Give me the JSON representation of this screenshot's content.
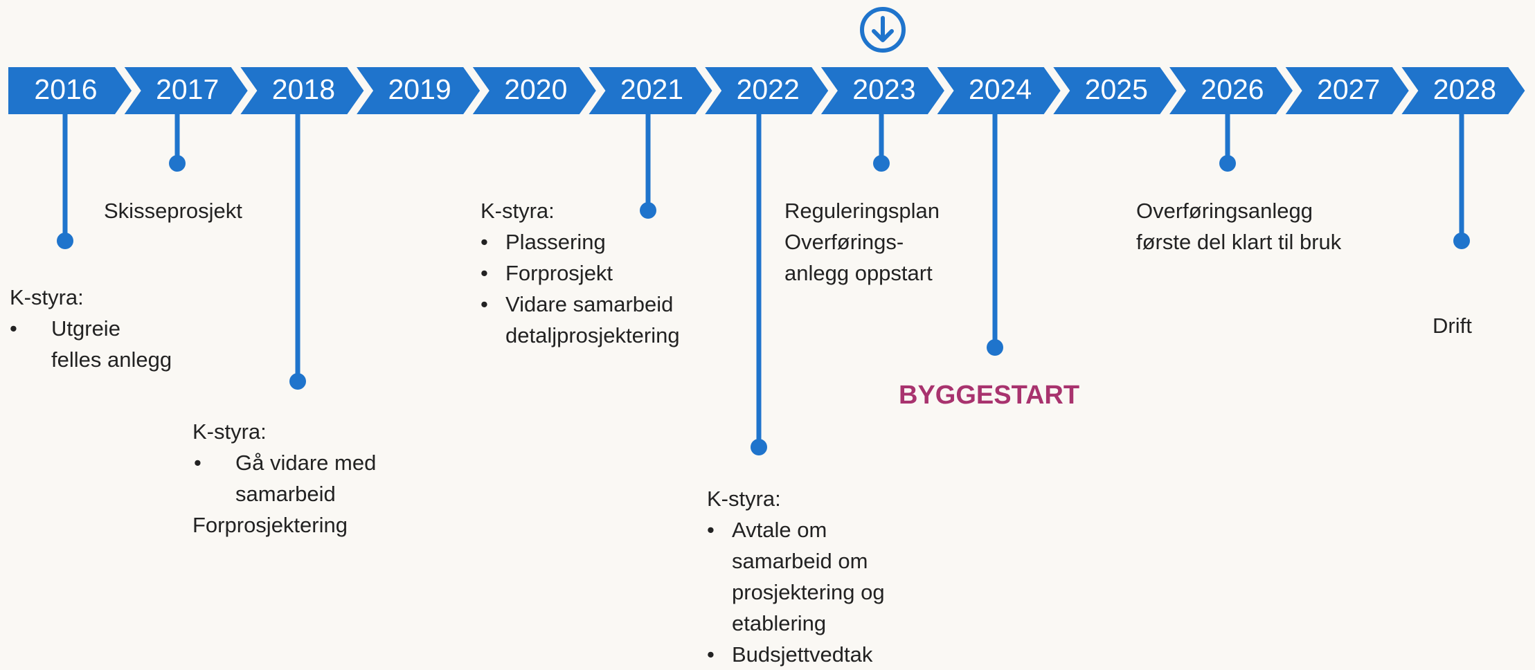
{
  "colors": {
    "chevron": "#1f74cc",
    "stem": "#1f74cc",
    "emphasis": "#a8336e",
    "background": "#faf8f4"
  },
  "now_marker": {
    "icon": "arrow-down-circle-icon",
    "year": "2023"
  },
  "years": [
    "2016",
    "2017",
    "2018",
    "2019",
    "2020",
    "2021",
    "2022",
    "2023",
    "2024",
    "2025",
    "2026",
    "2027",
    "2028"
  ],
  "milestones": [
    {
      "year": "2016",
      "stem_level": 3
    },
    {
      "year": "2017",
      "stem_level": 1
    },
    {
      "year": "2018",
      "stem_level": 5
    },
    {
      "year": "2021",
      "stem_level": 2
    },
    {
      "year": "2022",
      "stem_level": 6
    },
    {
      "year": "2023",
      "stem_level": 1
    },
    {
      "year": "2024",
      "stem_level": 4
    },
    {
      "year": "2026",
      "stem_level": 1
    },
    {
      "year": "2028",
      "stem_level": 3
    }
  ],
  "notes": {
    "n2016": {
      "heading": "K-styra:",
      "bullet": "•",
      "items": [
        "Utgreie",
        "felles anlegg"
      ]
    },
    "n2017": {
      "text": "Skisseprosjekt"
    },
    "n2018": {
      "heading": "K-styra:",
      "bullet": "•",
      "items": [
        "Gå vidare med",
        "samarbeid"
      ],
      "tail": "Forprosjektering"
    },
    "n2021": {
      "heading": "K-styra:",
      "bullet": "•",
      "items": [
        "Plassering",
        "Forprosjekt",
        "Vidare samarbeid",
        "detaljprosjektering"
      ]
    },
    "n2022": {
      "heading": "K-styra:",
      "bullet": "•",
      "items": [
        "Avtale om",
        "samarbeid om",
        "prosjektering og",
        "etablering",
        "Budsjettvedtak"
      ]
    },
    "n2023": {
      "lines": [
        "Reguleringsplan",
        "Overførings-",
        "anlegg oppstart"
      ]
    },
    "n2024": {
      "text": "BYGGESTART"
    },
    "n2026": {
      "lines": [
        "Overføringsanlegg",
        "første del klart til bruk"
      ]
    },
    "n2028": {
      "text": "Drift"
    }
  }
}
